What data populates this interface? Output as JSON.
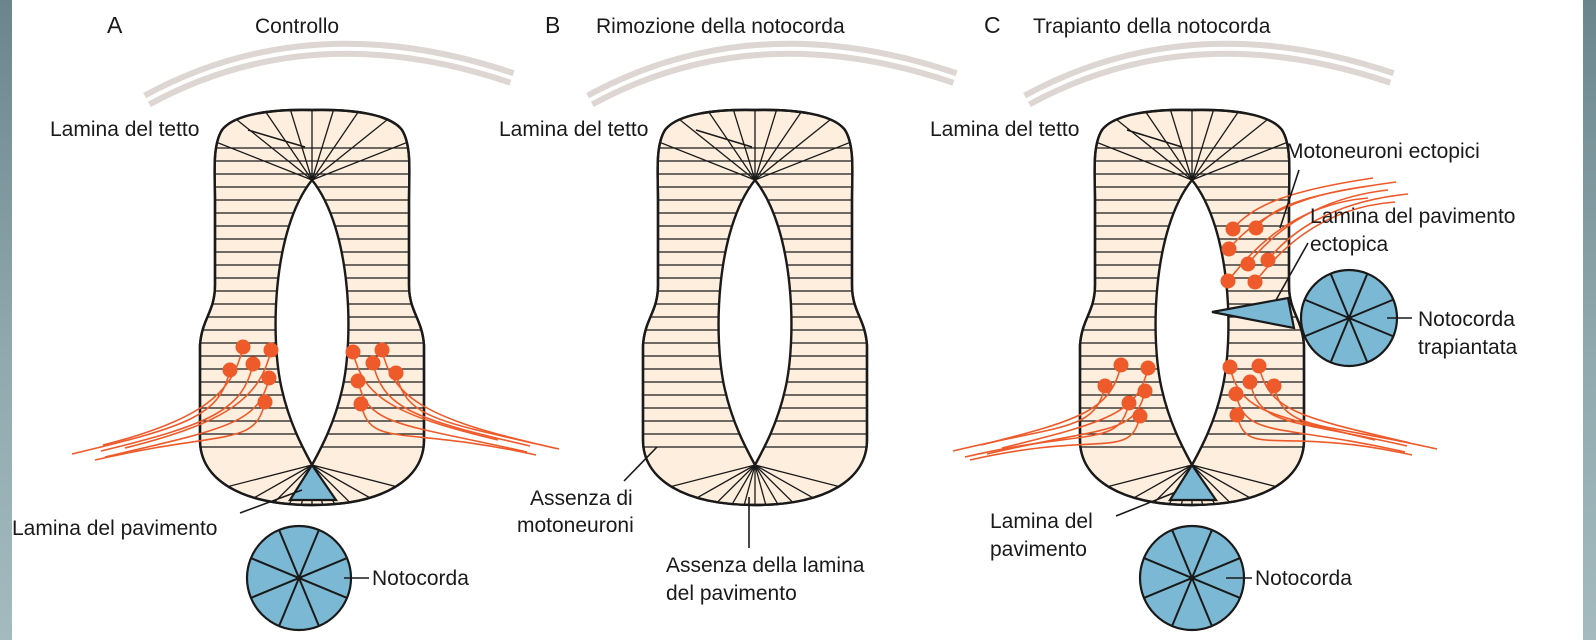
{
  "panels": [
    {
      "letter": "A",
      "title": "Controllo",
      "labels": {
        "roof_plate": "Lamina del tetto",
        "floor_plate": "Lamina del pavimento",
        "notochord": "Notocorda"
      }
    },
    {
      "letter": "B",
      "title": "Rimozione della notocorda",
      "labels": {
        "roof_plate": "Lamina del tetto",
        "no_motor_neurons": [
          "Assenza di",
          "motoneuroni"
        ],
        "no_floor_plate": [
          "Assenza della lamina",
          "del pavimento"
        ]
      }
    },
    {
      "letter": "C",
      "title": "Trapianto della notocorda",
      "labels": {
        "roof_plate": "Lamina del tetto",
        "ectopic_motor_neurons": "Motoneuroni ectopici",
        "ectopic_floor_plate": [
          "Lamina del pavimento",
          "ectopica"
        ],
        "transplanted_notochord": [
          "Notocorda",
          "trapiantata"
        ],
        "floor_plate": [
          "Lamina del",
          "pavimento"
        ],
        "notochord": "Notocorda"
      }
    }
  ],
  "colors": {
    "neural_tube_fill": "#fdeedd",
    "motor_neuron": "#ee5a2a",
    "notochord_and_floor_plate": "#7bb8d3",
    "ectoderm": "#ccc3be",
    "outline": "#1a1a1a"
  }
}
